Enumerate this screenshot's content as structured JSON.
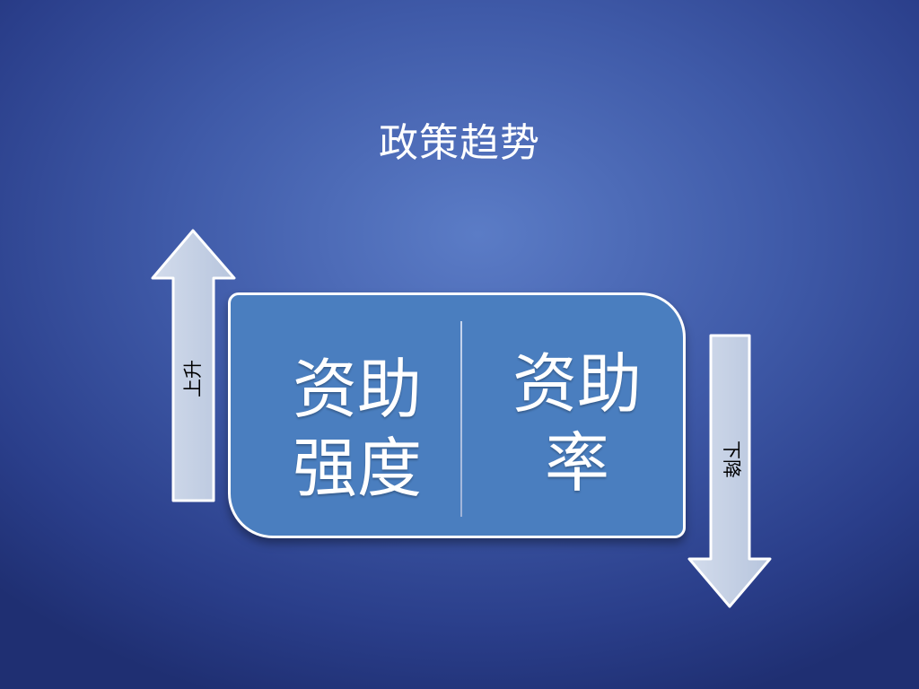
{
  "title": "政策趋势",
  "up_arrow": {
    "label": "上升"
  },
  "down_arrow": {
    "label": "下降"
  },
  "card": {
    "left": {
      "line1": "资助",
      "line2": "强度"
    },
    "right": {
      "line1": "资助",
      "line2": "率"
    }
  },
  "colors": {
    "background": "#3f5aa8",
    "card_fill": "#4a7ebf",
    "arrow_fill": "#c3cfe2",
    "text": "#ffffff"
  }
}
